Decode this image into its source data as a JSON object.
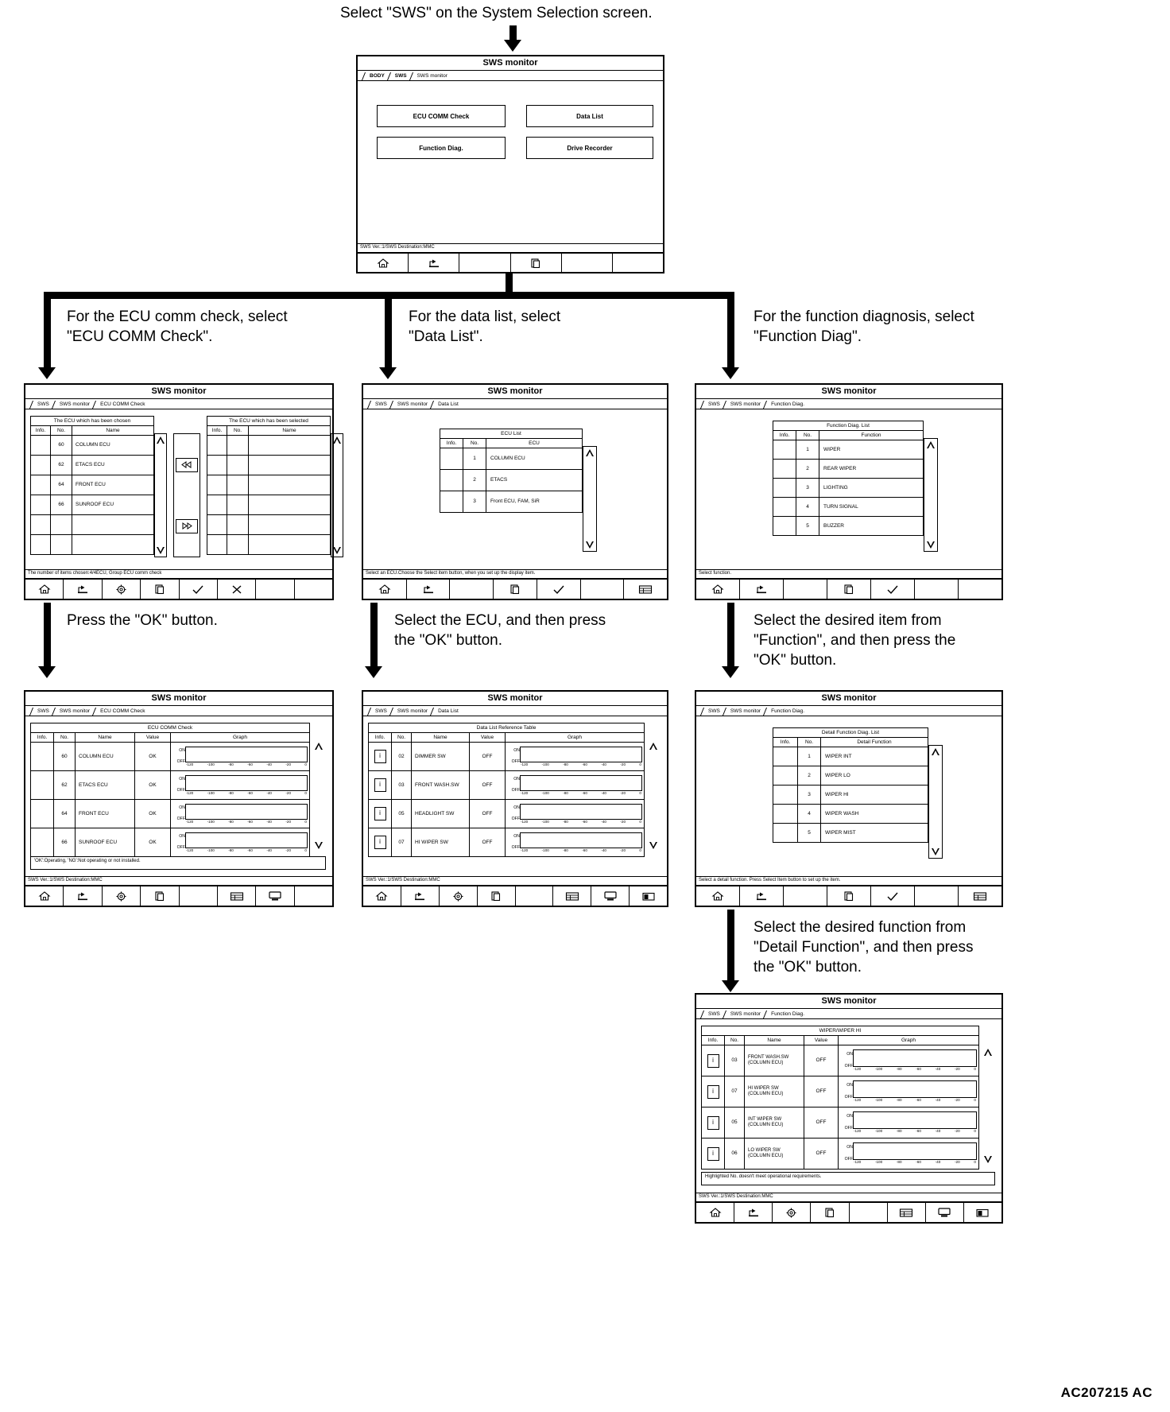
{
  "figure_code": "AC207215 AC",
  "captions": {
    "top": "Select \"SWS\" on the System Selection screen.",
    "left1": "For the ECU comm check, select\n\"ECU COMM Check\".",
    "mid1": "For the data list, select\n\"Data List\".",
    "right1": "For the function diagnosis, select\n\"Function Diag\".",
    "left2": "Press the \"OK\" button.",
    "mid2": "Select the ECU, and then press\nthe \"OK\" button.",
    "right2": "Select the desired item from\n\"Function\", and then press the\n\"OK\" button.",
    "right3": "Select the desired function from\n\"Detail Function\", and then press\nthe \"OK\" button."
  },
  "common": {
    "window_title": "SWS monitor",
    "status_version": "SWS Ver.:1/SWS Destination:MMC"
  },
  "screen_menu": {
    "breadcrumbs": [
      "BODY",
      "SWS",
      "SWS monitor"
    ],
    "buttons": [
      "ECU COMM Check",
      "Data List",
      "Function Diag.",
      "Drive Recorder"
    ]
  },
  "screen_ecu_select": {
    "breadcrumbs": [
      "SWS",
      "SWS monitor",
      "ECU COMM Check"
    ],
    "left_caption": "The ECU which has been chosen",
    "right_caption": "The ECU which has been selected",
    "columns": [
      "Info.",
      "No.",
      "Name"
    ],
    "rows": [
      {
        "info": "",
        "no": "60",
        "name": "COLUMN ECU"
      },
      {
        "info": "",
        "no": "62",
        "name": "ETACS ECU"
      },
      {
        "info": "",
        "no": "64",
        "name": "FRONT ECU"
      },
      {
        "info": "",
        "no": "66",
        "name": "SUNROOF ECU"
      },
      {
        "info": "",
        "no": "",
        "name": ""
      },
      {
        "info": "",
        "no": "",
        "name": ""
      }
    ],
    "status": "The number of items chosen:4/4ECU, Group ECU comm check"
  },
  "screen_data_list": {
    "breadcrumbs": [
      "SWS",
      "SWS monitor",
      "Data List"
    ],
    "table_caption": "ECU List",
    "columns": [
      "Info.",
      "No.",
      "ECU"
    ],
    "rows": [
      {
        "info": "",
        "no": "1",
        "name": "COLUMN ECU"
      },
      {
        "info": "",
        "no": "2",
        "name": "ETACS"
      },
      {
        "info": "",
        "no": "3",
        "name": "Front ECU, FAM, SiR"
      }
    ],
    "status": "Select an ECU.Choose the Select item button, when you set up the display item."
  },
  "screen_function_diag": {
    "breadcrumbs": [
      "SWS",
      "SWS monitor",
      "Function Diag."
    ],
    "table_caption": "Function Diag. List",
    "columns": [
      "Info.",
      "No.",
      "Function"
    ],
    "rows": [
      {
        "info": "",
        "no": "1",
        "name": "WIPER"
      },
      {
        "info": "",
        "no": "2",
        "name": "REAR WIPER"
      },
      {
        "info": "",
        "no": "3",
        "name": "LIGHTING"
      },
      {
        "info": "",
        "no": "4",
        "name": "TURN SIGNAL"
      },
      {
        "info": "",
        "no": "5",
        "name": "BUZZER"
      }
    ],
    "status": "Select function."
  },
  "screen_ecu_comm_result": {
    "breadcrumbs": [
      "SWS",
      "SWS monitor",
      "ECU COMM Check"
    ],
    "table_caption": "ECU COMM Check",
    "columns": [
      "Info.",
      "No.",
      "Name",
      "Value",
      "Graph"
    ],
    "axis_labels": [
      "-120",
      "-100",
      "-80",
      "-60",
      "-40",
      "-20",
      "0"
    ],
    "graph_high": "ON",
    "graph_low": "OFF",
    "rows": [
      {
        "info": "",
        "no": "60",
        "name": "COLUMN ECU",
        "value": "OK"
      },
      {
        "info": "",
        "no": "62",
        "name": "ETACS ECU",
        "value": "OK"
      },
      {
        "info": "",
        "no": "64",
        "name": "FRONT ECU",
        "value": "OK"
      },
      {
        "info": "",
        "no": "66",
        "name": "SUNROOF ECU",
        "value": "OK"
      }
    ],
    "note": "'OK':Operating, 'NG':Not operating or not installed.",
    "status": "SWS Ver.:1/SWS Destination:MMC"
  },
  "screen_data_list_table": {
    "breadcrumbs": [
      "SWS",
      "SWS monitor",
      "Data List"
    ],
    "table_caption": "Data List Reference Table",
    "columns": [
      "Info.",
      "No.",
      "Name",
      "Value",
      "Graph"
    ],
    "axis_labels": [
      "-120",
      "-100",
      "-80",
      "-60",
      "-40",
      "-20",
      "0"
    ],
    "graph_high": "ON",
    "graph_low": "OFF",
    "rows": [
      {
        "info": "i",
        "no": "02",
        "name": "DIMMER SW",
        "value": "OFF"
      },
      {
        "info": "i",
        "no": "03",
        "name": "FRONT WASH.SW",
        "value": "OFF"
      },
      {
        "info": "i",
        "no": "05",
        "name": "HEADLIGHT SW",
        "value": "OFF"
      },
      {
        "info": "i",
        "no": "07",
        "name": "HI WIPER SW",
        "value": "OFF"
      }
    ],
    "status": "SWS Ver.:1/SWS Destination:MMC"
  },
  "screen_detail_function": {
    "breadcrumbs": [
      "SWS",
      "SWS monitor",
      "Function Diag."
    ],
    "table_caption": "Detail Function Diag. List",
    "columns": [
      "Info.",
      "No.",
      "Detail Function"
    ],
    "rows": [
      {
        "info": "",
        "no": "1",
        "name": "WIPER INT"
      },
      {
        "info": "",
        "no": "2",
        "name": "WIPER LO"
      },
      {
        "info": "",
        "no": "3",
        "name": "WIPER HI"
      },
      {
        "info": "",
        "no": "4",
        "name": "WIPER WASH"
      },
      {
        "info": "",
        "no": "5",
        "name": "WIPER MIST"
      }
    ],
    "status": "Select a detail function. Press Select Item button to set up the item."
  },
  "screen_wiper_hi": {
    "breadcrumbs": [
      "SWS",
      "SWS monitor",
      "Function Diag."
    ],
    "table_caption": "WIPER/WIPER HI",
    "columns": [
      "Info.",
      "No.",
      "Name",
      "Value",
      "Graph"
    ],
    "axis_labels": [
      "-120",
      "-100",
      "-80",
      "-60",
      "-40",
      "-20",
      "0"
    ],
    "graph_high": "ON",
    "graph_low": "OFF",
    "rows": [
      {
        "info": "i",
        "no": "03",
        "name": "FRONT WASH.SW\n(COLUMN ECU)",
        "value": "OFF"
      },
      {
        "info": "i",
        "no": "07",
        "name": "HI WIPER SW\n(COLUMN ECU)",
        "value": "OFF"
      },
      {
        "info": "i",
        "no": "05",
        "name": "INT WIPER SW\n(COLUMN ECU)",
        "value": "OFF"
      },
      {
        "info": "i",
        "no": "06",
        "name": "LO WIPER SW\n(COLUMN ECU)",
        "value": "OFF"
      }
    ],
    "note": "Highlighted No. doesn't meet operational requirements.",
    "status": "SWS Ver.:1/SWS Destination:MMC"
  },
  "icons": {
    "home": "home-icon",
    "back": "back-arrow-icon",
    "gear": "gear-icon",
    "copy": "copy-icon",
    "check": "check-icon",
    "cancel": "cancel-x-icon",
    "print": "printer-icon",
    "table": "table-icon",
    "monitor": "monitor-icon",
    "save": "save-icon",
    "prev": "rewind-icon",
    "next": "fastforward-icon"
  }
}
